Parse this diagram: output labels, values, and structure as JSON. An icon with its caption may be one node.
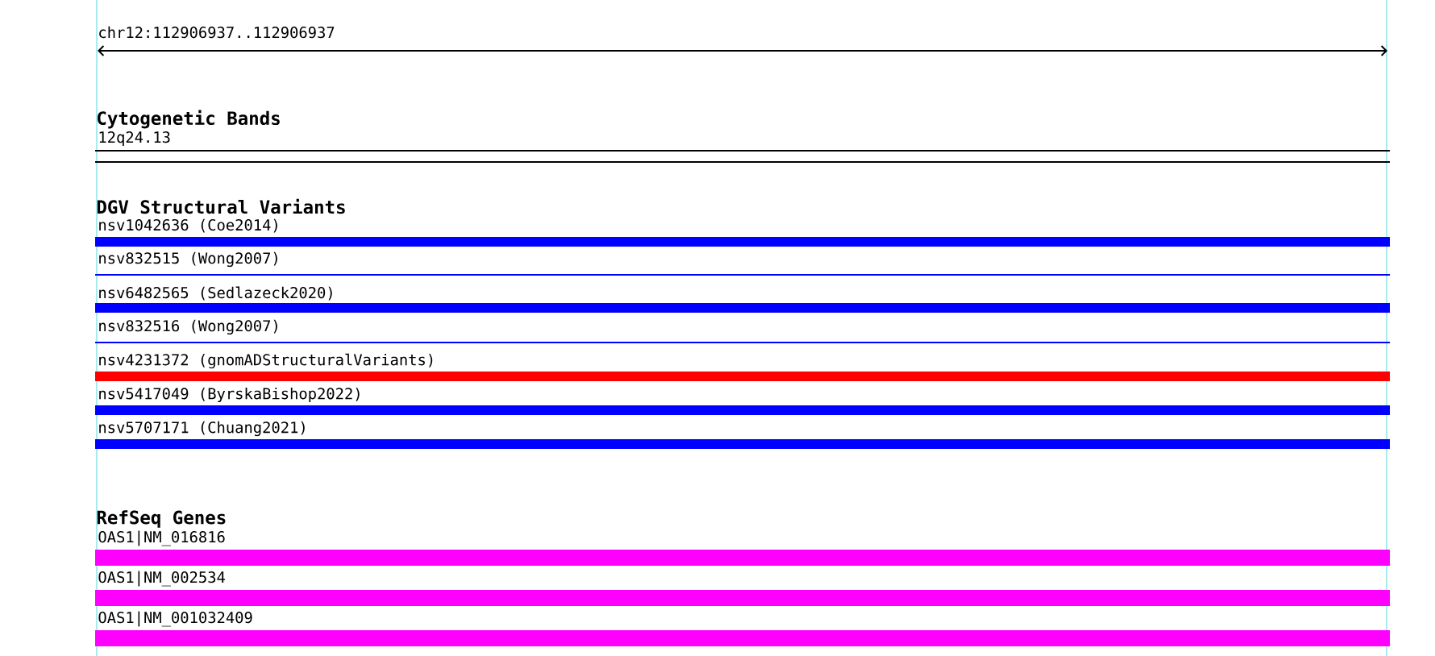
{
  "diagram": {
    "title": "chr12:112906937..112906937",
    "nodes": [
      {
        "text": [
          "12q24.13"
        ]
      },
      {
        "text": [
          "nsv1042636 (Coe2014)"
        ]
      },
      {
        "text": [
          "nsv832515 (Wong2007)"
        ]
      },
      {
        "text": [
          "nsv6482565 (Sedlazeck2020)"
        ]
      },
      {
        "text": [
          "nsv832516 (Wong2007)"
        ]
      },
      {
        "text": [
          "nsv4231372 (gnomADStructuralVariants)"
        ]
      },
      {
        "text": [
          "nsv5417049 (ByrskaBishop2022)"
        ]
      },
      {
        "text": [
          "nsv5707171 (Chuang2021)"
        ]
      },
      {
        "text": [
          "OAS1|NM_016816"
        ]
      },
      {
        "text": [
          "OAS1|NM_002534"
        ]
      },
      {
        "text": [
          "OAS1|NM_001032409"
        ]
      }
    ],
    "labels": [
      "Cytogenetic Bands",
      "DGV Structural Variants",
      "RefSeq Genes"
    ]
  }
}
